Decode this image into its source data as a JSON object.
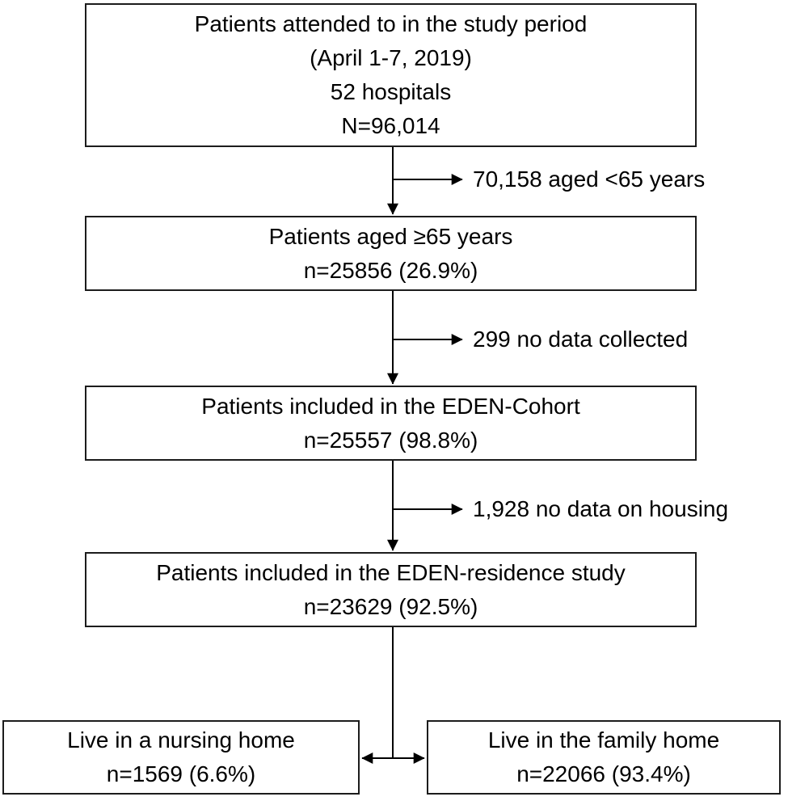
{
  "colors": {
    "text": "#000000",
    "border": "#1c1c1c",
    "background": "#ffffff",
    "arrow": "#000000"
  },
  "flowchart": {
    "boxes": [
      {
        "id": "box-study-period",
        "lines": [
          "Patients attended to in the study period",
          "(April 1-7, 2019)",
          "52 hospitals",
          "N=96,014"
        ]
      },
      {
        "id": "box-aged-65",
        "lines": [
          "Patients aged ≥65 years",
          "n=25856 (26.9%)"
        ]
      },
      {
        "id": "box-eden-cohort",
        "lines": [
          "Patients included in the EDEN-Cohort",
          "n=25557 (98.8%)"
        ]
      },
      {
        "id": "box-eden-residence",
        "lines": [
          "Patients included in the EDEN-residence study",
          "n=23629 (92.5%)"
        ]
      },
      {
        "id": "box-nursing-home",
        "lines": [
          "Live in a nursing home",
          "n=1569 (6.6%)"
        ]
      },
      {
        "id": "box-family-home",
        "lines": [
          "Live in the family home",
          "n=22066 (93.4%)"
        ]
      }
    ],
    "exclusions": [
      {
        "label": "70,158 aged <65 years"
      },
      {
        "label": "299 no data collected"
      },
      {
        "label": "1,928 no data on housing"
      }
    ]
  }
}
